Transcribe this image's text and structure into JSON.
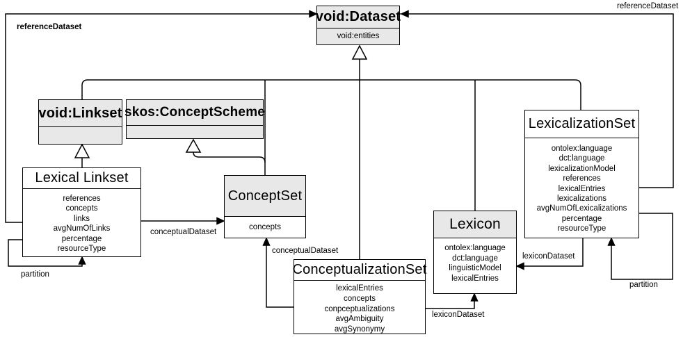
{
  "diagram": {
    "type": "uml-class-diagram",
    "colors": {
      "background": "#ffffff",
      "box_border": "#000000",
      "grey_fill": "#e8e8e8",
      "text": "#000000"
    },
    "classes": [
      {
        "title": "void:Dataset",
        "attributes": [
          "void:entities"
        ]
      },
      {
        "title": "void:Linkset",
        "attributes": []
      },
      {
        "title": "skos:ConceptScheme",
        "attributes": []
      },
      {
        "title": "Lexical Linkset",
        "attributes": [
          "references",
          "concepts",
          "links",
          "avgNumOfLinks",
          "percentage",
          "resourceType"
        ]
      },
      {
        "title": "ConceptSet",
        "attributes": [
          "concepts"
        ]
      },
      {
        "title": "ConceptualizationSet",
        "attributes": [
          "lexicalEntries",
          "concepts",
          "conpceptualizations",
          "avgAmbiguity",
          "avgSynonymy"
        ]
      },
      {
        "title": "Lexicon",
        "attributes": [
          "ontolex:language",
          "dct:language",
          "linguisticModel",
          "lexicalEntries"
        ]
      },
      {
        "title": "LexicalizationSet",
        "attributes": [
          "ontolex:language",
          "dct:language",
          "lexicalizationModel",
          "references",
          "lexicalEntries",
          "lexicalizations",
          "avgNumOfLexicalizations",
          "percentage",
          "resourceType"
        ]
      }
    ],
    "edges": [
      {
        "label": "referenceDataset",
        "type": "association",
        "from": "Lexical Linkset",
        "to": "void:Dataset"
      },
      {
        "label": "referenceDataset",
        "type": "association",
        "from": "LexicalizationSet",
        "to": "void:Dataset"
      },
      {
        "label": "conceptualDataset",
        "type": "association",
        "from": "Lexical Linkset",
        "to": "ConceptSet"
      },
      {
        "label": "conceptualDataset",
        "type": "association",
        "from": "ConceptualizationSet",
        "to": "ConceptSet"
      },
      {
        "label": "lexiconDataset",
        "type": "association",
        "from": "LexicalizationSet",
        "to": "Lexicon"
      },
      {
        "label": "lexiconDataset",
        "type": "association",
        "from": "ConceptualizationSet",
        "to": "Lexicon"
      },
      {
        "label": "partition",
        "type": "self-association",
        "from": "Lexical Linkset",
        "to": "Lexical Linkset"
      },
      {
        "label": "partition",
        "type": "self-association",
        "from": "LexicalizationSet",
        "to": "LexicalizationSet"
      },
      {
        "label": "",
        "type": "generalization",
        "from": "void:Linkset",
        "to": "void:Dataset"
      },
      {
        "label": "",
        "type": "generalization",
        "from": "ConceptSet",
        "to": "void:Dataset"
      },
      {
        "label": "",
        "type": "generalization",
        "from": "ConceptualizationSet",
        "to": "void:Dataset"
      },
      {
        "label": "",
        "type": "generalization",
        "from": "Lexicon",
        "to": "void:Dataset"
      },
      {
        "label": "",
        "type": "generalization",
        "from": "LexicalizationSet",
        "to": "void:Dataset"
      },
      {
        "label": "",
        "type": "generalization",
        "from": "Lexical Linkset",
        "to": "void:Linkset"
      },
      {
        "label": "",
        "type": "generalization",
        "from": "ConceptSet",
        "to": "skos:ConceptScheme"
      }
    ]
  }
}
